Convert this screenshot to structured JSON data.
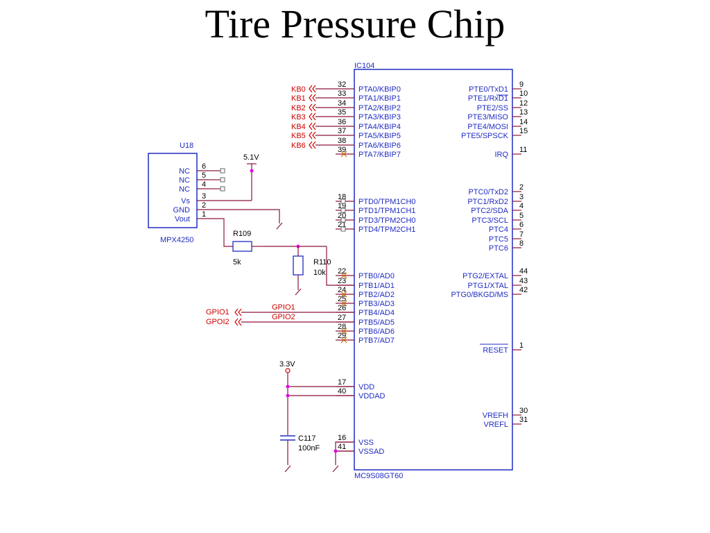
{
  "title": "Tire Pressure Chip",
  "colors": {
    "wire": "#8b1538",
    "body": "#1f2bc2",
    "label": "#cc0000",
    "junction": "#e600e6",
    "noconnect": "#cc6600"
  },
  "ic104": {
    "ref": "IC104",
    "part": "MC9S08GT60",
    "left_pins": [
      {
        "num": "32",
        "name": "PTA0/KBIP0"
      },
      {
        "num": "33",
        "name": "PTA1/KBIP1"
      },
      {
        "num": "34",
        "name": "PTA2/KBIP2"
      },
      {
        "num": "35",
        "name": "PTA3/KBIP3"
      },
      {
        "num": "36",
        "name": "PTA4/KBIP4"
      },
      {
        "num": "37",
        "name": "PTA5/KBIP5"
      },
      {
        "num": "38",
        "name": "PTA6/KBIP6"
      },
      {
        "num": "39",
        "name": "PTA7/KBIP7"
      },
      {
        "num": "18",
        "name": "PTD0/TPM1CH0"
      },
      {
        "num": "19",
        "name": "PTD1/TPM1CH1"
      },
      {
        "num": "20",
        "name": "PTD3/TPM2CH0"
      },
      {
        "num": "21",
        "name": "PTD4/TPM2CH1"
      },
      {
        "num": "22",
        "name": "PTB0/AD0"
      },
      {
        "num": "23",
        "name": "PTB1/AD1"
      },
      {
        "num": "24",
        "name": "PTB2/AD2"
      },
      {
        "num": "25",
        "name": "PTB3/AD3"
      },
      {
        "num": "26",
        "name": "PTB4/AD4"
      },
      {
        "num": "27",
        "name": "PTB5/AD5"
      },
      {
        "num": "28",
        "name": "PTB6/AD6"
      },
      {
        "num": "29",
        "name": "PTB7/AD7"
      },
      {
        "num": "17",
        "name": "VDD"
      },
      {
        "num": "40",
        "name": "VDDAD"
      },
      {
        "num": "16",
        "name": "VSS"
      },
      {
        "num": "41",
        "name": "VSSAD"
      }
    ],
    "right_pins": [
      {
        "num": "9",
        "name": "PTE0/TxD1"
      },
      {
        "num": "10",
        "name": "PTE1/RxD1"
      },
      {
        "num": "12",
        "name": "PTE2/SS"
      },
      {
        "num": "13",
        "name": "PTE3/MISO"
      },
      {
        "num": "14",
        "name": "PTE4/MOSI"
      },
      {
        "num": "15",
        "name": "PTE5/SPSCK"
      },
      {
        "num": "11",
        "name": "IRQ"
      },
      {
        "num": "2",
        "name": "PTC0/TxD2"
      },
      {
        "num": "3",
        "name": "PTC1/RxD2"
      },
      {
        "num": "4",
        "name": "PTC2/SDA"
      },
      {
        "num": "5",
        "name": "PTC3/SCL"
      },
      {
        "num": "6",
        "name": "PTC4"
      },
      {
        "num": "7",
        "name": "PTC5"
      },
      {
        "num": "8",
        "name": "PTC6"
      },
      {
        "num": "44",
        "name": "PTG2/EXTAL"
      },
      {
        "num": "43",
        "name": "PTG1/XTAL"
      },
      {
        "num": "42",
        "name": "PTG0/BKGD/MS"
      },
      {
        "num": "1",
        "name": "RESET"
      },
      {
        "num": "30",
        "name": "VREFH"
      },
      {
        "num": "31",
        "name": "VREFL"
      }
    ]
  },
  "u18": {
    "ref": "U18",
    "part": "MPX4250",
    "pins": [
      {
        "num": "6",
        "name": "NC"
      },
      {
        "num": "5",
        "name": "NC"
      },
      {
        "num": "4",
        "name": "NC"
      },
      {
        "num": "3",
        "name": "Vs"
      },
      {
        "num": "2",
        "name": "GND"
      },
      {
        "num": "1",
        "name": "Vout"
      }
    ]
  },
  "net_labels": {
    "kb": [
      "KB0",
      "KB1",
      "KB2",
      "KB3",
      "KB4",
      "KB5",
      "KB6"
    ],
    "gpio_ports": [
      "GPIO1",
      "GPOI2"
    ],
    "gpio_wires": [
      "GPIO1",
      "GPIO2"
    ]
  },
  "passives": {
    "r109": {
      "ref": "R109",
      "value": "5k"
    },
    "r110": {
      "ref": "R110",
      "value": "10k"
    },
    "c117": {
      "ref": "C117",
      "value": "100nF"
    }
  },
  "power": {
    "supply_5v": "5.1V",
    "supply_3v": "3.3V"
  }
}
